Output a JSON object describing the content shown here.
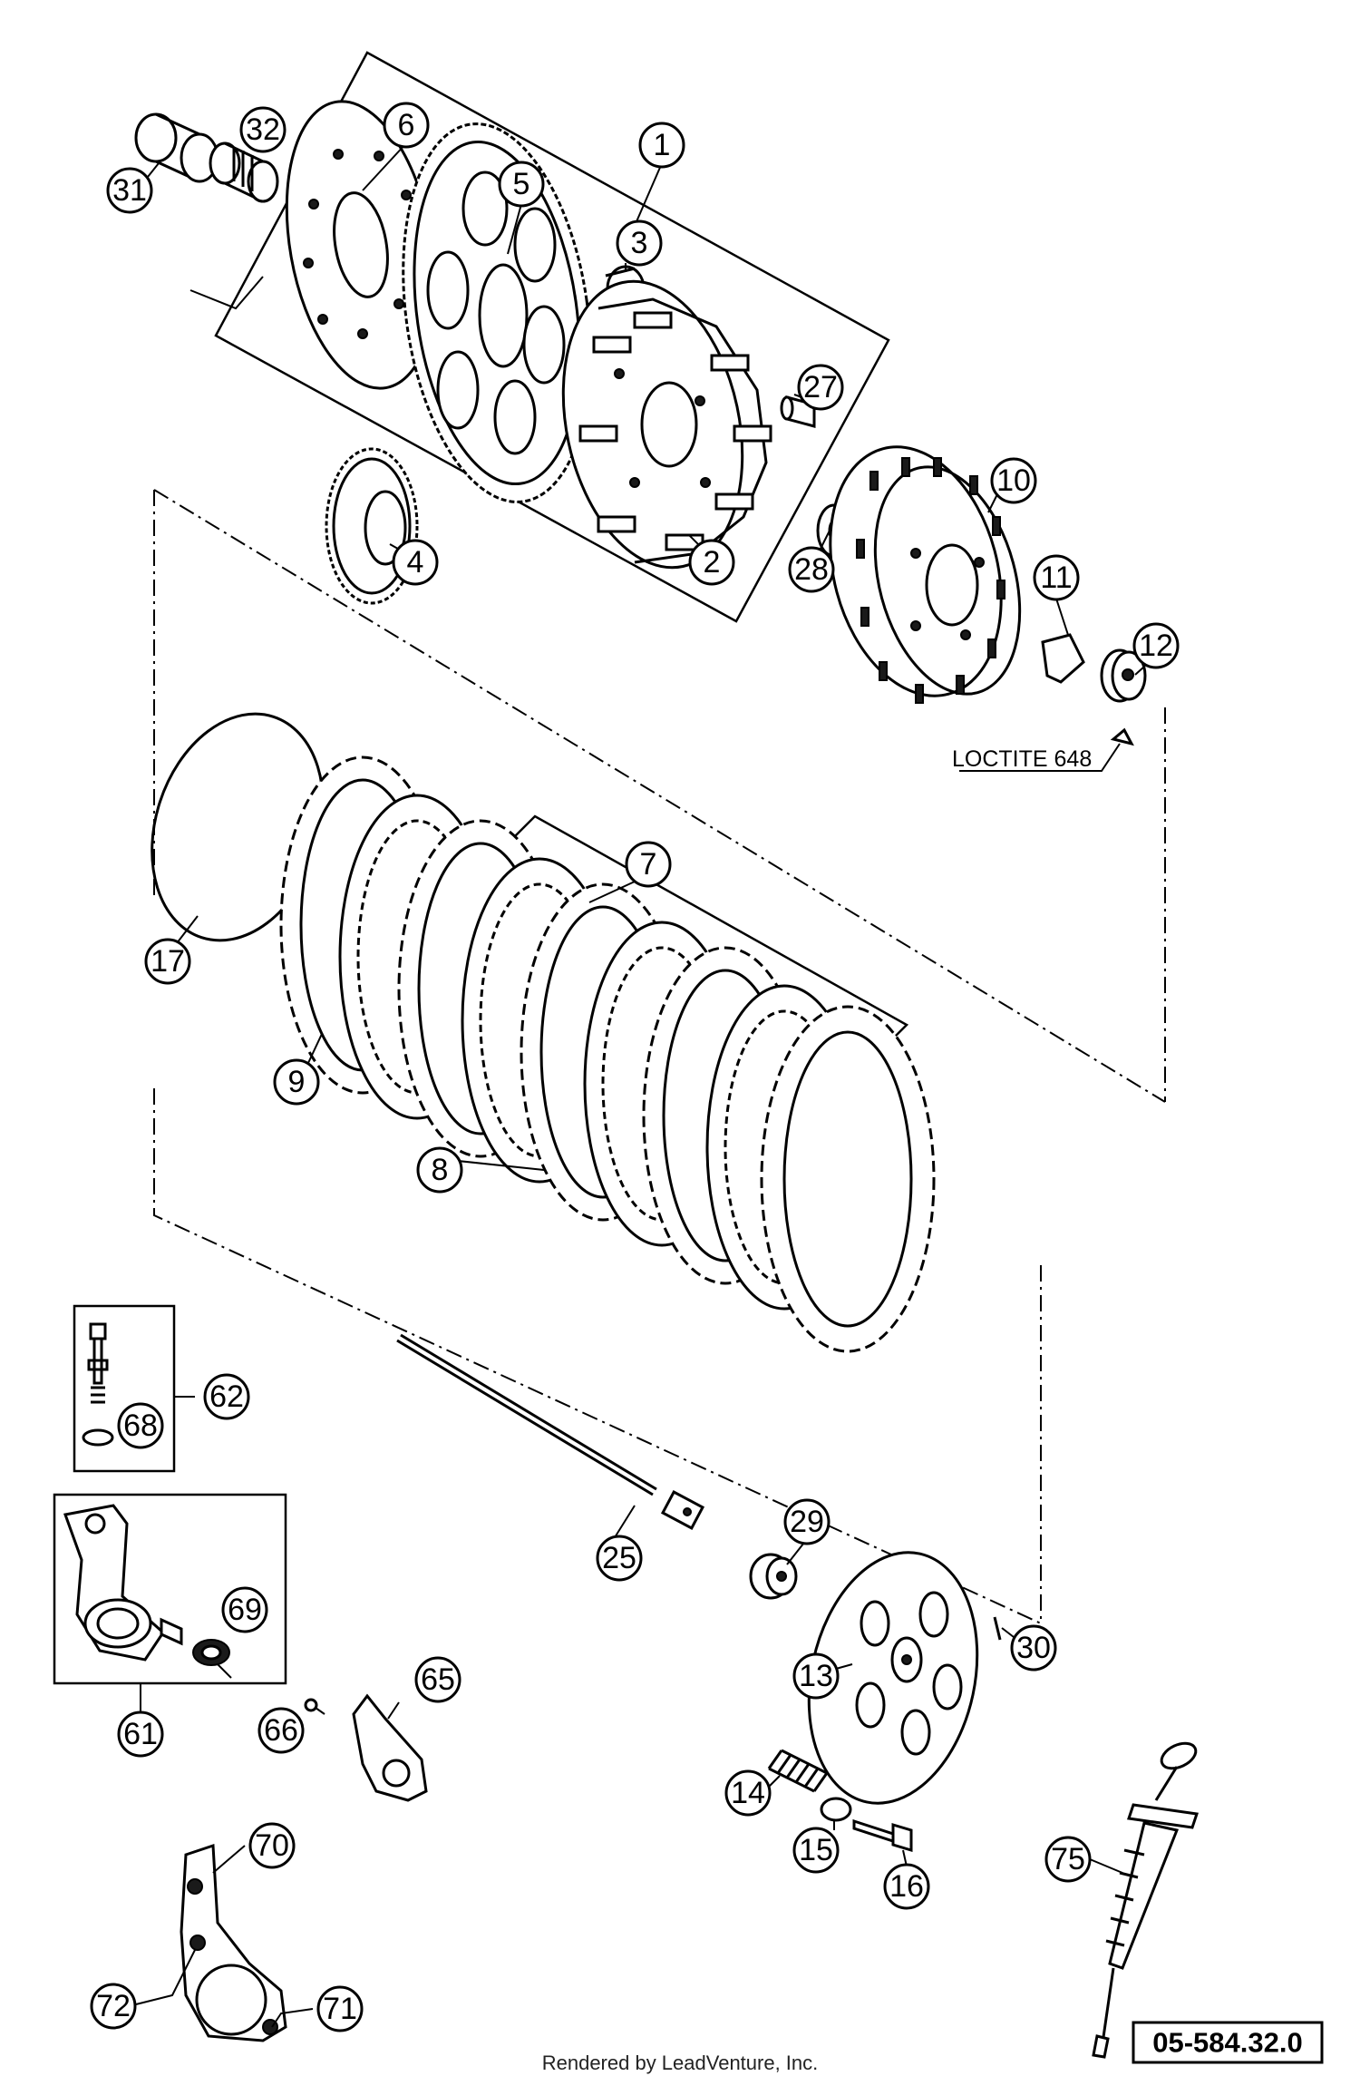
{
  "diagram": {
    "callouts": {
      "c1": "1",
      "c2": "2",
      "c3": "3",
      "c4": "4",
      "c5": "5",
      "c6": "6",
      "c7": "7",
      "c8": "8",
      "c9": "9",
      "c10": "10",
      "c11": "11",
      "c12": "12",
      "c13": "13",
      "c14": "14",
      "c15": "15",
      "c16": "16",
      "c17": "17",
      "c25": "25",
      "c27": "27",
      "c28": "28",
      "c29": "29",
      "c30": "30",
      "c31": "31",
      "c32": "32",
      "c61": "61",
      "c62": "62",
      "c65": "65",
      "c66": "66",
      "c68": "68",
      "c69": "69",
      "c70": "70",
      "c71": "71",
      "c72": "72",
      "c75": "75"
    },
    "note_loctite": "LOCTITE 648",
    "reference_number": "05-584.32.0"
  },
  "footer": {
    "rendered_by": "Rendered by LeadVenture, Inc."
  }
}
